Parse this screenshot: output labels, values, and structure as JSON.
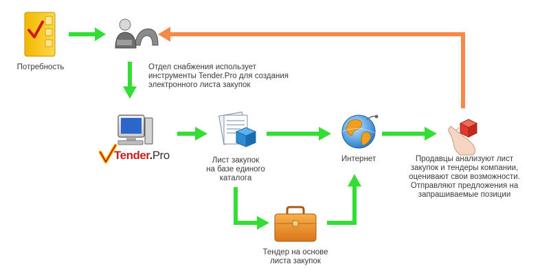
{
  "colors": {
    "arrow_green": "#33dd33",
    "arrow_orange": "#f5894a",
    "logo_red": "#c81e1e",
    "logo_check": "#f5c400"
  },
  "icons": {
    "need": "yellow-binder-checkmark-icon",
    "procurement": "operator-person-icon",
    "computer": "desktop-computer-icon",
    "catalog": "document-box-icon",
    "internet": "globe-icon",
    "tender": "briefcase-icon",
    "sellers": "hand-cube-icon"
  },
  "nodes": {
    "need": {
      "label": [
        "Потребность"
      ]
    },
    "procurement": {
      "label": [
        "Отдел снабжения использует",
        "инструменты Tender.Pro для создания",
        "электронного листа закупок"
      ]
    },
    "logo": {
      "brand": "Tender",
      "dot": ".",
      "suffix": "Pro"
    },
    "catalog": {
      "label": [
        "Лист закупок",
        "на базе единого",
        "каталога"
      ]
    },
    "internet": {
      "label": [
        "Интернет"
      ]
    },
    "sellers": {
      "label": [
        "Продавцы анализуют лист",
        "закупок и тендеры компании,",
        "оценивают  свои возможности.",
        "Отправляют предложения на",
        "запрашиваемые позиции"
      ]
    },
    "tender": {
      "label": [
        "Тендер на основе",
        "листа закупок"
      ]
    }
  }
}
